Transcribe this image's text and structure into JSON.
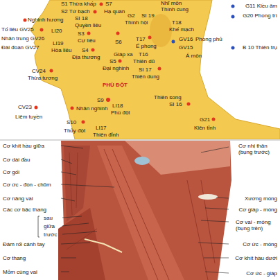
{
  "diagram": {
    "labels": [
      "S1 Thừa khấp",
      "S2 Tứ bạch",
      "S7",
      "Hạ quan",
      "G2",
      "SI 19",
      "Nhĩ môn",
      "Thính cung",
      "Thính hội",
      "T18",
      "Khế mạch",
      "G11 Kiều âm",
      "G20 Phong trì",
      "Nghinh hương",
      "SI 18",
      "Quyền liêu",
      "Tố liêu GV25",
      "LI20",
      "S3",
      "Cự liêu",
      "Nhân trung GV26",
      "LI19",
      "Đài đoan GV27",
      "Hòa liêu",
      "S4",
      "Địa thương",
      "S6",
      "T17",
      "Ế phong",
      "GV16",
      "Phong phủ",
      "GV15",
      "Á môn",
      "B 10 Thiên trụ",
      "Giáp xa",
      "T16",
      "Thiên dũ",
      "S5",
      "Đại nghinh",
      "SI 17",
      "Thiên dung",
      "CV24",
      "Thừa tương",
      "PHÙ ĐỘT",
      "Thiên song",
      "SI 16",
      "S9",
      "Nhân nghinh",
      "LI18",
      "Phù đột",
      "CV23",
      "Liêm tuyền",
      "S10",
      "Thủy đột",
      "LI17",
      "Thiên đỉnh",
      "G21",
      "Kiên tỉnh",
      "Cơ khít hầu giữa",
      "Cơ dài đầu",
      "Cơ gối",
      "Cơ ức - đòn - chũm",
      "Cơ nâng vai",
      "Các cơ bậc thang",
      "sau",
      "giữa",
      "trước",
      "Đám rối cánh tay",
      "Cơ thang",
      "Mỏm cùng vai",
      "Cơ nhị thân (bụng trước)",
      "Xương móng",
      "Cơ giáp - móng",
      "Cơ vai - móng (bụng trên)",
      "Cơ ức - móng",
      "Cơ khít hầu dưới",
      "Cơ ức - giáp"
    ]
  }
}
